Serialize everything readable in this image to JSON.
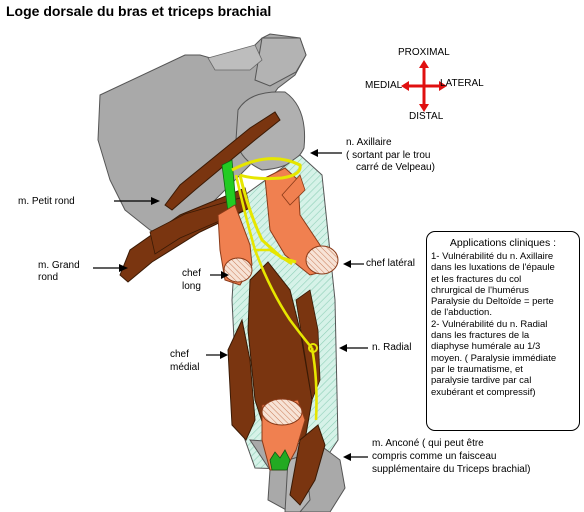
{
  "title": "Loge dorsale du bras et triceps brachial",
  "orientation": {
    "proximal": "PROXIMAL",
    "medial": "MEDIAL",
    "lateral": "LATERAL",
    "distal": "DISTAL"
  },
  "labels": {
    "axillaire_1": "n. Axillaire",
    "axillaire_2": "( sortant par le trou",
    "axillaire_3": "carré de Velpeau)",
    "petit_rond": "m. Petit rond",
    "grand_rond_1": "m. Grand",
    "grand_rond_2": "rond",
    "chef_long_1": "chef",
    "chef_long_2": "long",
    "chef_lateral": "chef latéral",
    "chef_medial_1": "chef",
    "chef_medial_2": "médial",
    "radial": "n. Radial",
    "ancone_1": "m. Anconé ( qui peut être",
    "ancone_2": "compris comme un faisceau",
    "ancone_3": "supplémentaire du Triceps brachial)"
  },
  "clinical": {
    "title": "Applications cliniques :",
    "text": "1- Vulnérabilité du n. Axillaire\ndans les luxations de l'épaule\net les fractures du col\nchrurgical de l'humérus\nParalysie du Deltoïde = perte\nde l'abduction.\n2- Vulnérabilité du n. Radial\ndans les fractures de la\ndiaphyse humérale au 1/3\nmoyen. ( Paralysie immédiate\npar le traumatisme, et\nparalysie tardive par cal\nexubérant et compressif)"
  },
  "colors": {
    "bone": "#a9a9a9",
    "muscle_brown": "#7a3510",
    "tendon_orange": "#f08050",
    "humerus_hatch": "#bfe8d8",
    "nerve_yellow": "#f2f000",
    "teres_green": "#22cc22",
    "arrow_red": "#e01010"
  }
}
